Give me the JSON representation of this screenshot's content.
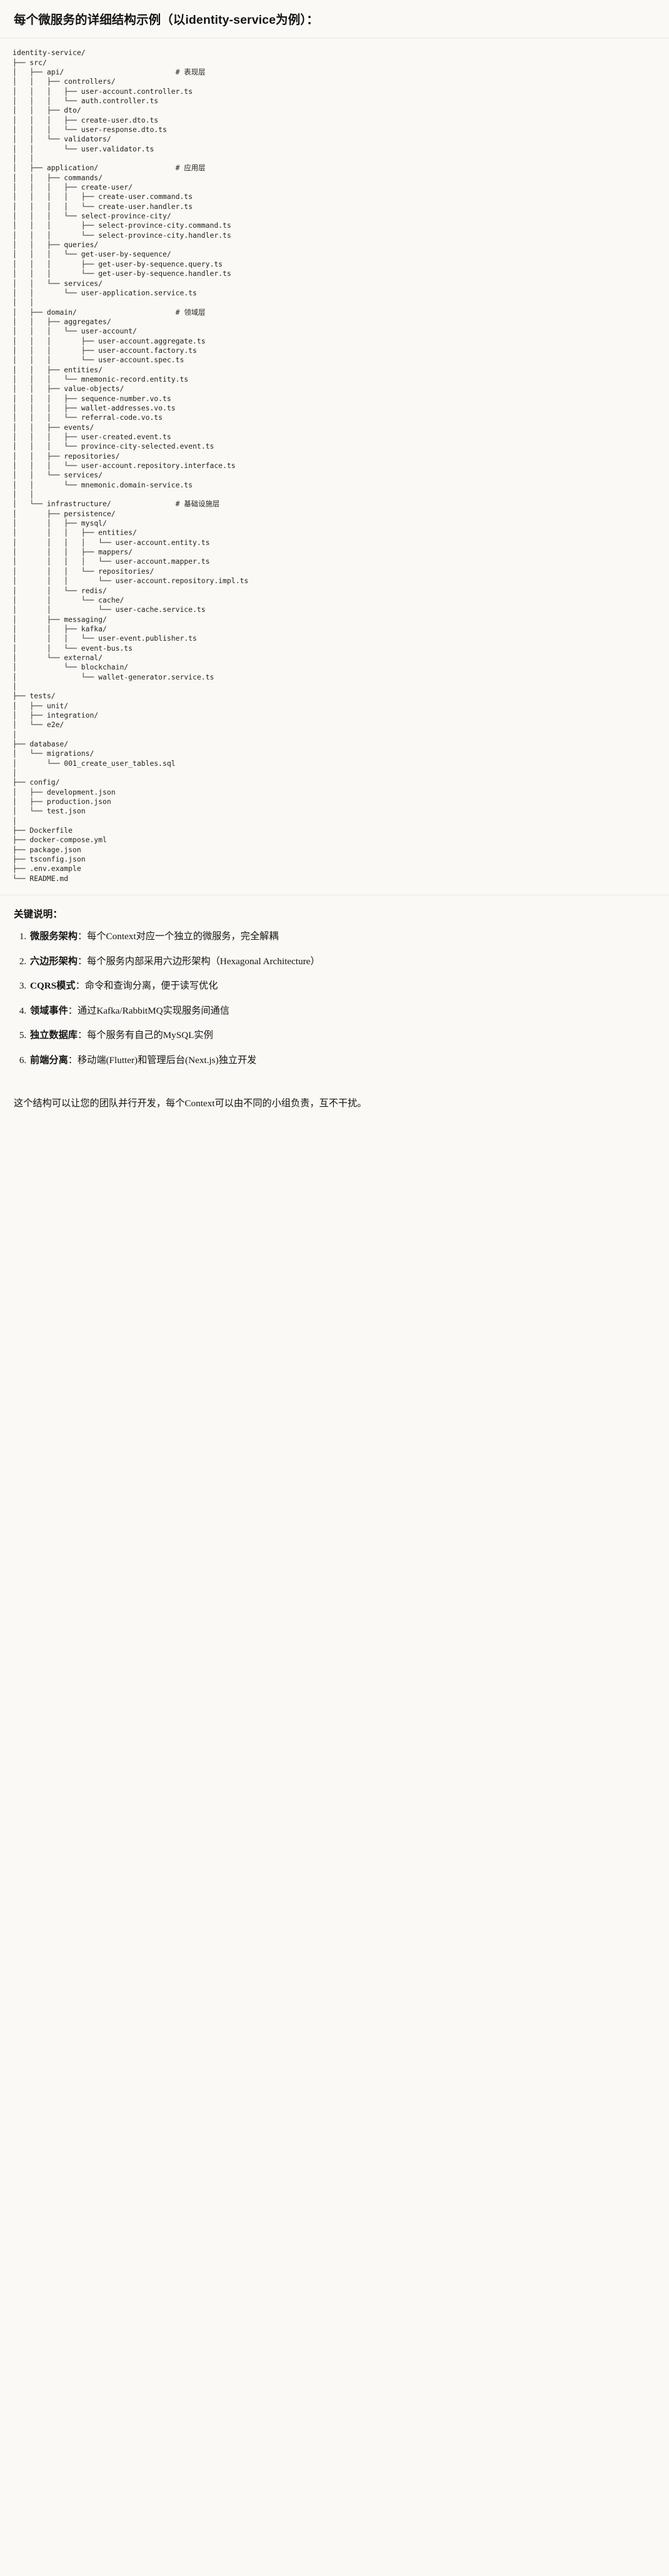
{
  "heading": {
    "text_before": "每个微服务的详细结构示例",
    "text_paren": "（以identity-service为例）",
    "text_colon": "：",
    "full": "每个微服务的详细结构示例（以identity-service为例）："
  },
  "tree": {
    "root": "identity-service/",
    "text": "identity-service/\n├── src/\n│   ├── api/                          # 表现层\n│   │   ├── controllers/\n│   │   │   ├── user-account.controller.ts\n│   │   │   └── auth.controller.ts\n│   │   ├── dto/\n│   │   │   ├── create-user.dto.ts\n│   │   │   └── user-response.dto.ts\n│   │   └── validators/\n│   │       └── user.validator.ts\n│   │\n│   ├── application/                  # 应用层\n│   │   ├── commands/\n│   │   │   ├── create-user/\n│   │   │   │   ├── create-user.command.ts\n│   │   │   │   └── create-user.handler.ts\n│   │   │   └── select-province-city/\n│   │   │       ├── select-province-city.command.ts\n│   │   │       └── select-province-city.handler.ts\n│   │   ├── queries/\n│   │   │   └── get-user-by-sequence/\n│   │   │       ├── get-user-by-sequence.query.ts\n│   │   │       └── get-user-by-sequence.handler.ts\n│   │   └── services/\n│   │       └── user-application.service.ts\n│   │\n│   ├── domain/                       # 领域层\n│   │   ├── aggregates/\n│   │   │   └── user-account/\n│   │   │       ├── user-account.aggregate.ts\n│   │   │       ├── user-account.factory.ts\n│   │   │       └── user-account.spec.ts\n│   │   ├── entities/\n│   │   │   └── mnemonic-record.entity.ts\n│   │   ├── value-objects/\n│   │   │   ├── sequence-number.vo.ts\n│   │   │   ├── wallet-addresses.vo.ts\n│   │   │   └── referral-code.vo.ts\n│   │   ├── events/\n│   │   │   ├── user-created.event.ts\n│   │   │   └── province-city-selected.event.ts\n│   │   ├── repositories/\n│   │   │   └── user-account.repository.interface.ts\n│   │   └── services/\n│   │       └── mnemonic.domain-service.ts\n│   │\n│   └── infrastructure/               # 基础设施层\n│       ├── persistence/\n│       │   ├── mysql/\n│       │   │   ├── entities/\n│       │   │   │   └── user-account.entity.ts\n│       │   │   ├── mappers/\n│       │   │   │   └── user-account.mapper.ts\n│       │   │   └── repositories/\n│       │   │       └── user-account.repository.impl.ts\n│       │   └── redis/\n│       │       └── cache/\n│       │           └── user-cache.service.ts\n│       ├── messaging/\n│       │   ├── kafka/\n│       │   │   └── user-event.publisher.ts\n│       │   └── event-bus.ts\n│       └── external/\n│           └── blockchain/\n│               └── wallet-generator.service.ts\n│\n├── tests/\n│   ├── unit/\n│   ├── integration/\n│   └── e2e/\n│\n├── database/\n│   └── migrations/\n│       └── 001_create_user_tables.sql\n│\n├── config/\n│   ├── development.json\n│   ├── production.json\n│   └── test.json\n│\n├── Dockerfile\n├── docker-compose.yml\n├── package.json\n├── tsconfig.json\n├── .env.example\n└── README.md",
    "layer_comments": [
      {
        "path": "src/api/",
        "comment": "# 表现层"
      },
      {
        "path": "src/application/",
        "comment": "# 应用层"
      },
      {
        "path": "src/domain/",
        "comment": "# 领域层"
      },
      {
        "path": "src/infrastructure/",
        "comment": "# 基础设施层"
      }
    ]
  },
  "keys": {
    "title": "关键说明：",
    "items": [
      {
        "term": "微服务架构",
        "sep": "：",
        "desc": "每个Context对应一个独立的微服务，完全解耦"
      },
      {
        "term": "六边形架构",
        "sep": "：",
        "desc": "每个服务内部采用六边形架构（Hexagonal Architecture）"
      },
      {
        "term": "CQRS模式",
        "sep": "：",
        "desc": "命令和查询分离，便于读写优化"
      },
      {
        "term": "领域事件",
        "sep": "：",
        "desc": "通过Kafka/RabbitMQ实现服务间通信"
      },
      {
        "term": "独立数据库",
        "sep": "：",
        "desc": "每个服务有自己的MySQL实例"
      },
      {
        "term": "前端分离",
        "sep": "：",
        "desc": "移动端(Flutter)和管理后台(Next.js)独立开发"
      }
    ],
    "closing": "这个结构可以让您的团队并行开发，每个Context可以由不同的小组负责，互不干扰。"
  },
  "colors": {
    "background": "#faf9f5",
    "text": "#141413",
    "code_text": "#22201d",
    "divider": "#eae8e1"
  }
}
